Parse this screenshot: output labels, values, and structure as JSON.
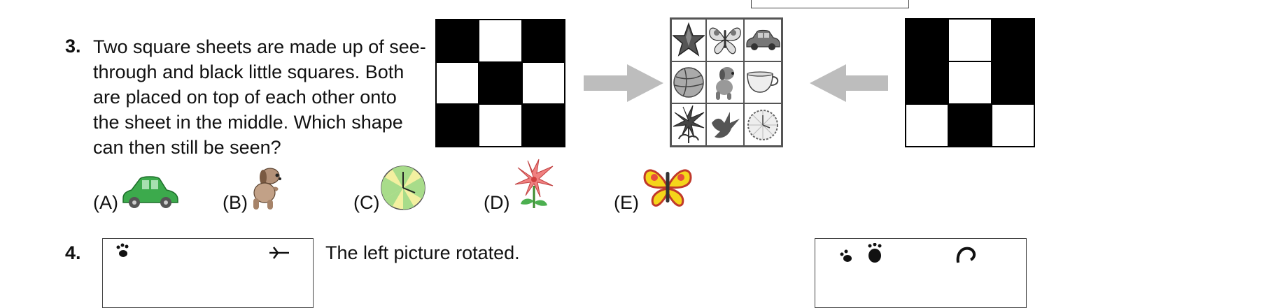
{
  "q3": {
    "number": "3.",
    "text_lines": [
      "Two square sheets are made up of see-",
      "through and black little squares. Both",
      "are placed on top of each other onto",
      "the sheet in the middle. Which shape",
      "can then still be seen?"
    ],
    "left_sheet": [
      "black",
      "white",
      "black",
      "white",
      "black",
      "white",
      "black",
      "white",
      "black"
    ],
    "right_sheet": [
      "black",
      "white",
      "black",
      "black",
      "white",
      "black",
      "white",
      "black",
      "white"
    ],
    "middle_icons": [
      "star-icon",
      "butterfly-icon",
      "car-icon",
      "ball-icon",
      "dog-icon",
      "cup-icon",
      "flower-icon",
      "bird-icon",
      "clock-icon"
    ],
    "options": [
      {
        "label": "(A)",
        "icon": "car-icon"
      },
      {
        "label": "(B)",
        "icon": "dog-icon"
      },
      {
        "label": "(C)",
        "icon": "clock-icon"
      },
      {
        "label": "(D)",
        "icon": "flower-icon"
      },
      {
        "label": "(E)",
        "icon": "butterfly-icon"
      }
    ]
  },
  "q4": {
    "number": "4.",
    "text": "The left picture rotated."
  }
}
